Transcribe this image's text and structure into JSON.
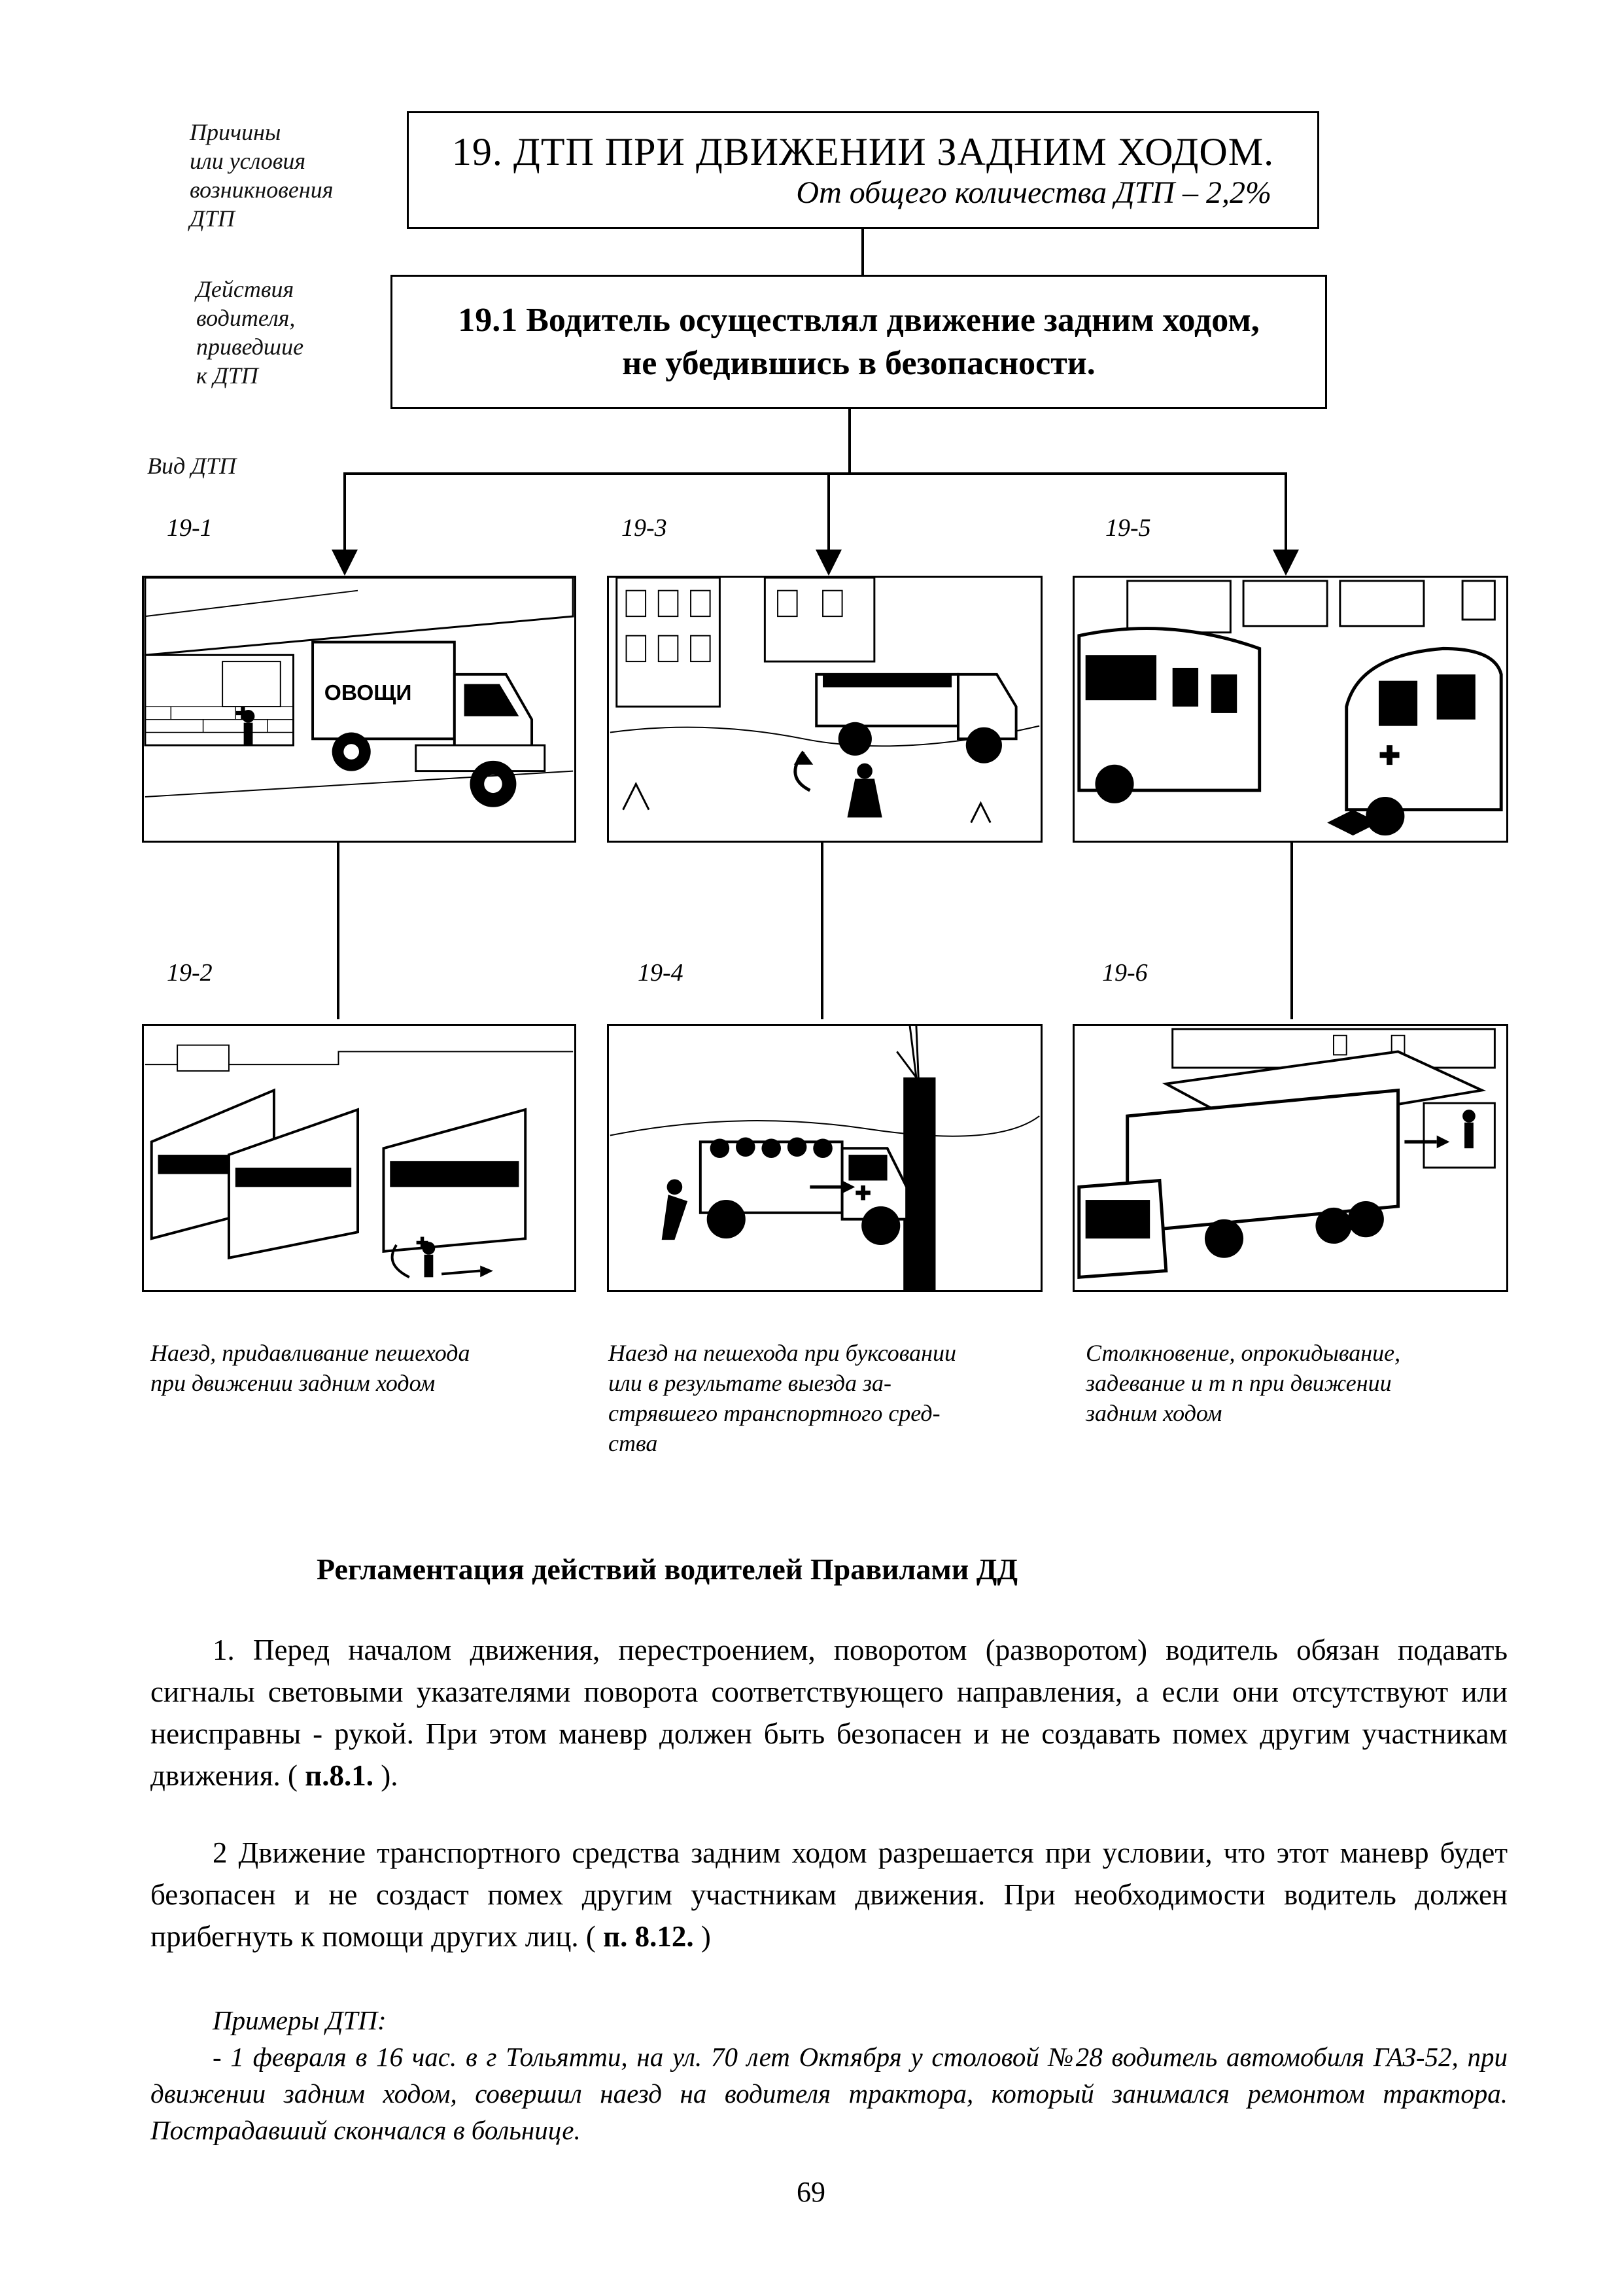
{
  "side_labels": {
    "causes": [
      "Причины",
      "или условия",
      "возникновения",
      "ДТП"
    ],
    "actions": [
      "Действия",
      "водителя,",
      "приведшие",
      "к ДТП"
    ],
    "type": "Вид ДТП"
  },
  "header_box": {
    "title": "19. ДТП ПРИ ДВИЖЕНИИ ЗАДНИМ ХОДОМ.",
    "subtitle": "От общего количества ДТП – 2,2%"
  },
  "cause_box": {
    "line1": "19.1 Водитель осуществлял движение задним ходом,",
    "line2": "не убедившись в безопасности."
  },
  "panels": [
    {
      "code": "19-1",
      "sign_text": "ОВОЩИ"
    },
    {
      "code": "19-3"
    },
    {
      "code": "19-5"
    },
    {
      "code": "19-2"
    },
    {
      "code": "19-4"
    },
    {
      "code": "19-6"
    }
  ],
  "captions": [
    [
      "Наезд, придавливание пешехода",
      "при движении задним ходом"
    ],
    [
      "Наезд на пешехода при буксовании",
      "или в результате выезда за-",
      "стрявшего транспортного сред-",
      "ства"
    ],
    [
      "Столкновение, опрокидывание,",
      "задевание и т п  при движении",
      "задним ходом"
    ]
  ],
  "regulation": {
    "heading": "Регламентация действий водителей Правилами ДД",
    "p1_text": "1. Перед началом движения, перестроением, поворотом (разворотом)  водитель обязан подавать сигналы световыми указателями поворота соответствующего направления, а если они отсутствуют или неисправны - рукой. При этом маневр должен быть безопасен и не создавать помех другим участникам движения. ( ",
    "p1_ref": "п.8.1.",
    "p1_end": " ).",
    "p2_text": "2  Движение транспортного средства задним ходом разрешается при условии, что этот маневр будет безопасен и не создаст помех другим участникам движения. При необходимости водитель должен прибегнуть к помощи других лиц. ( ",
    "p2_ref": "п. 8.12.",
    "p2_end": " )"
  },
  "examples": {
    "title": "Примеры ДТП:",
    "text": "-  1 февраля в 16 час. в г  Тольятти, на ул. 70 лет Октября у столовой №28 водитель автомобиля ГАЗ-52, при движении задним ходом, совершил наезд на водителя трактора, который занимался ремонтом трактора. Пострадавший скончался в больнице."
  },
  "page_number": "69"
}
